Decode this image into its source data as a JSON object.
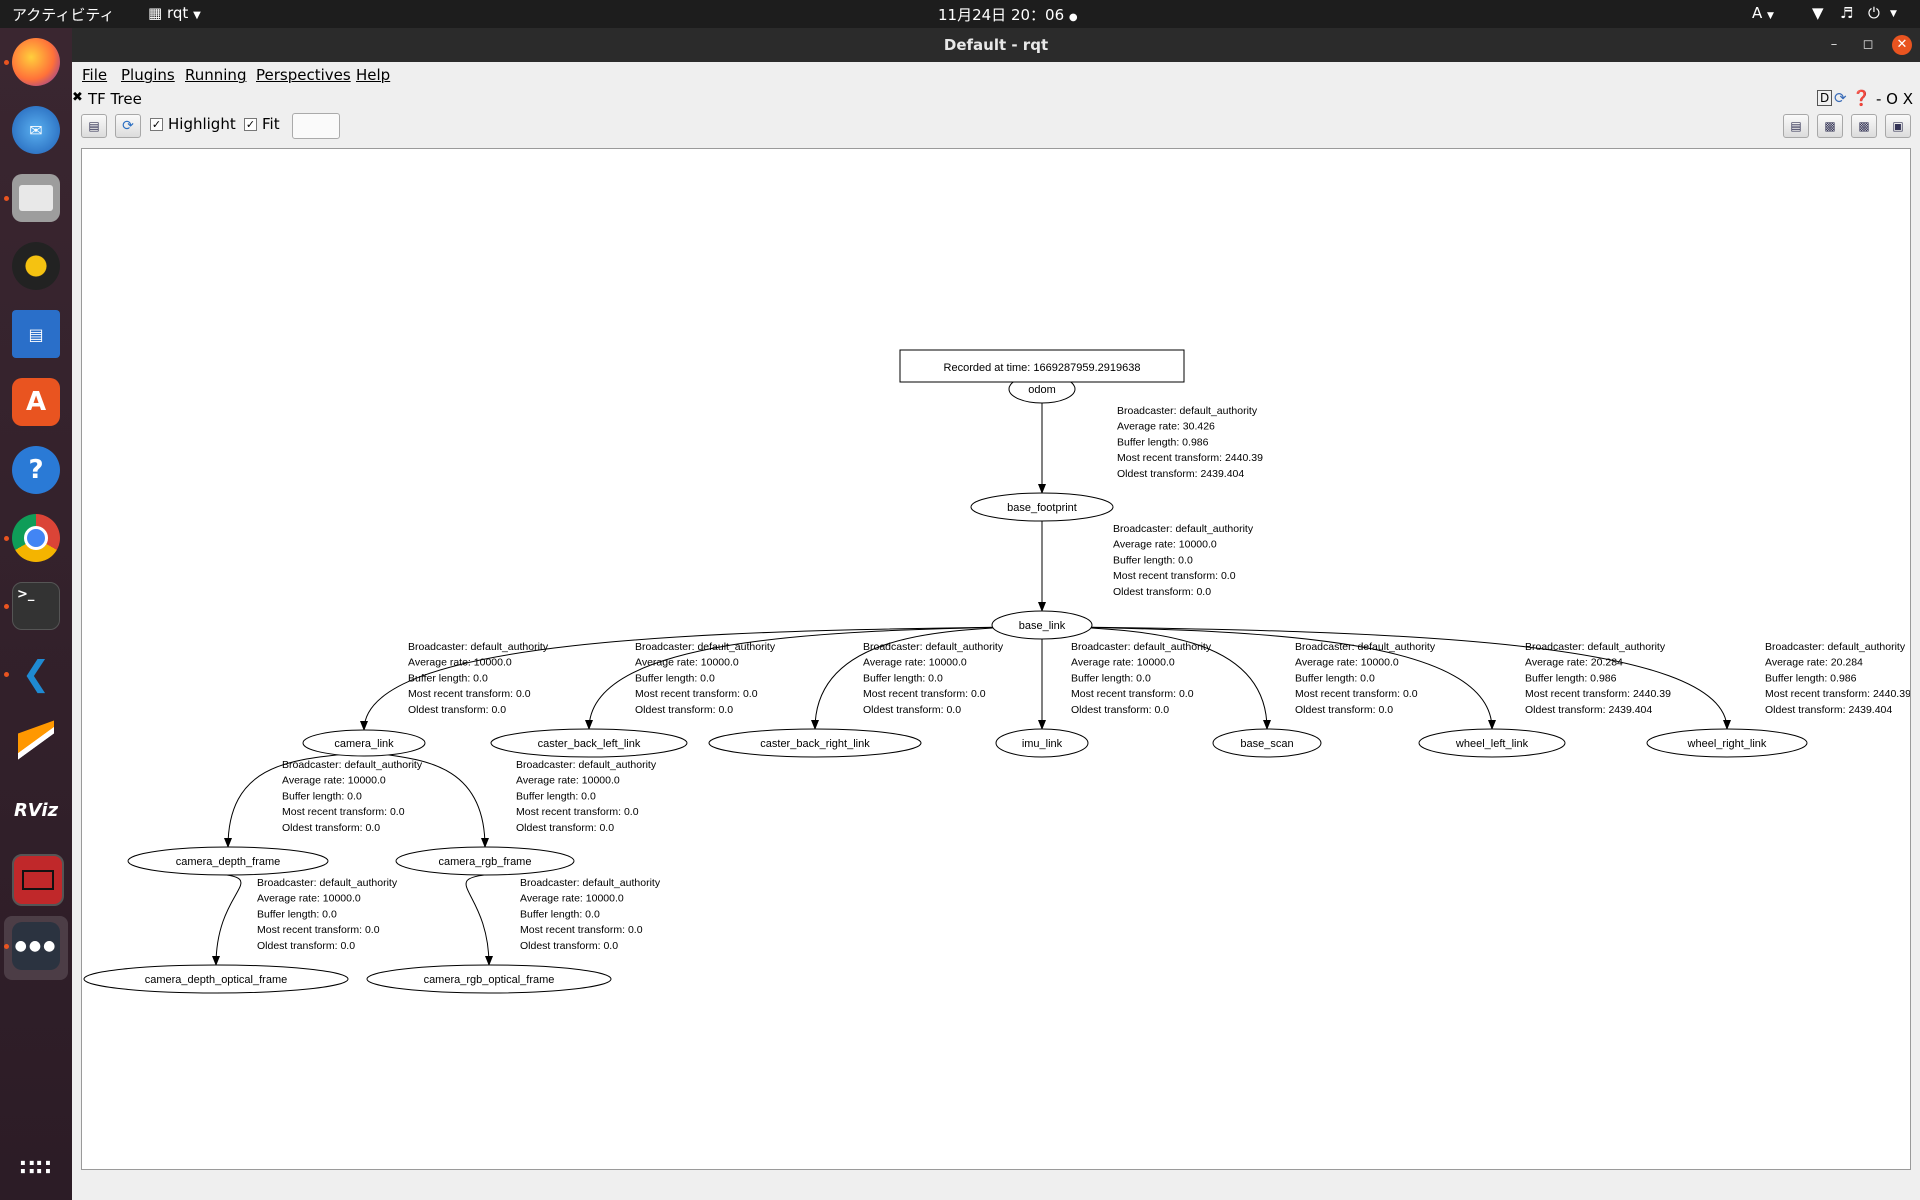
{
  "topbar": {
    "activities": "アクティビティ",
    "app": "rqt",
    "clock": "11月24日  20：06",
    "input_method": "A"
  },
  "window": {
    "title": "Default - rqt"
  },
  "menus": [
    "File",
    "Plugins",
    "Running",
    "Perspectives",
    "Help"
  ],
  "plugin": {
    "title": "TF Tree",
    "controls": "D",
    "tail": "- O X"
  },
  "toolbar": {
    "highlight_label": "Highlight",
    "fit_label": "Fit",
    "highlight_checked": true,
    "fit_checked": true
  },
  "graph": {
    "recorded": "Recorded at time: 1669287959.2919638",
    "nodes": {
      "odom": "odom",
      "base_footprint": "base_footprint",
      "base_link": "base_link",
      "camera_link": "camera_link",
      "caster_back_left_link": "caster_back_left_link",
      "caster_back_right_link": "caster_back_right_link",
      "imu_link": "imu_link",
      "base_scan": "base_scan",
      "wheel_left_link": "wheel_left_link",
      "wheel_right_link": "wheel_right_link",
      "camera_depth_frame": "camera_depth_frame",
      "camera_rgb_frame": "camera_rgb_frame",
      "camera_depth_optical_frame": "camera_depth_optical_frame",
      "camera_rgb_optical_frame": "camera_rgb_optical_frame"
    },
    "edges": [
      {
        "from": "odom",
        "to": "base_footprint",
        "lines": [
          "Broadcaster: default_authority",
          "Average rate: 30.426",
          "Buffer length: 0.986",
          "Most recent transform: 2440.39",
          "Oldest transform: 2439.404"
        ]
      },
      {
        "from": "base_footprint",
        "to": "base_link",
        "lines": [
          "Broadcaster: default_authority",
          "Average rate: 10000.0",
          "Buffer length: 0.0",
          "Most recent transform: 0.0",
          "Oldest transform: 0.0"
        ]
      },
      {
        "from": "base_link",
        "to": "camera_link",
        "lines": [
          "Broadcaster: default_authority",
          "Average rate: 10000.0",
          "Buffer length: 0.0",
          "Most recent transform: 0.0",
          "Oldest transform: 0.0"
        ]
      },
      {
        "from": "base_link",
        "to": "caster_back_left_link",
        "lines": [
          "Broadcaster: default_authority",
          "Average rate: 10000.0",
          "Buffer length: 0.0",
          "Most recent transform: 0.0",
          "Oldest transform: 0.0"
        ]
      },
      {
        "from": "base_link",
        "to": "caster_back_right_link",
        "lines": [
          "Broadcaster: default_authority",
          "Average rate: 10000.0",
          "Buffer length: 0.0",
          "Most recent transform: 0.0",
          "Oldest transform: 0.0"
        ]
      },
      {
        "from": "base_link",
        "to": "imu_link",
        "lines": [
          "Broadcaster: default_authority",
          "Average rate: 10000.0",
          "Buffer length: 0.0",
          "Most recent transform: 0.0",
          "Oldest transform: 0.0"
        ]
      },
      {
        "from": "base_link",
        "to": "base_scan",
        "lines": [
          "Broadcaster: default_authority",
          "Average rate: 10000.0",
          "Buffer length: 0.0",
          "Most recent transform: 0.0",
          "Oldest transform: 0.0"
        ]
      },
      {
        "from": "base_link",
        "to": "wheel_left_link",
        "lines": [
          "Broadcaster: default_authority",
          "Average rate: 20.284",
          "Buffer length: 0.986",
          "Most recent transform: 2440.39",
          "Oldest transform: 2439.404"
        ]
      },
      {
        "from": "base_link",
        "to": "wheel_right_link",
        "lines": [
          "Broadcaster: default_authority",
          "Average rate: 20.284",
          "Buffer length: 0.986",
          "Most recent transform: 2440.39",
          "Oldest transform: 2439.404"
        ]
      },
      {
        "from": "camera_link",
        "to": "camera_depth_frame",
        "lines": [
          "Broadcaster: default_authority",
          "Average rate: 10000.0",
          "Buffer length: 0.0",
          "Most recent transform: 0.0",
          "Oldest transform: 0.0"
        ]
      },
      {
        "from": "camera_link",
        "to": "camera_rgb_frame",
        "lines": [
          "Broadcaster: default_authority",
          "Average rate: 10000.0",
          "Buffer length: 0.0",
          "Most recent transform: 0.0",
          "Oldest transform: 0.0"
        ]
      },
      {
        "from": "camera_depth_frame",
        "to": "camera_depth_optical_frame",
        "lines": [
          "Broadcaster: default_authority",
          "Average rate: 10000.0",
          "Buffer length: 0.0",
          "Most recent transform: 0.0",
          "Oldest transform: 0.0"
        ]
      },
      {
        "from": "camera_rgb_frame",
        "to": "camera_rgb_optical_frame",
        "lines": [
          "Broadcaster: default_authority",
          "Average rate: 10000.0",
          "Buffer length: 0.0",
          "Most recent transform: 0.0",
          "Oldest transform: 0.0"
        ]
      }
    ]
  },
  "dock": [
    "firefox-icon",
    "thunderbird-icon",
    "files-icon",
    "rhythmbox-icon",
    "writer-icon",
    "software-icon",
    "help-icon",
    "chrome-icon",
    "terminal-icon",
    "vscode-icon",
    "sublime-icon",
    "rviz-icon",
    "rqt-icon",
    "rqt-graph-icon",
    "show-apps-icon"
  ],
  "colors": {
    "accent": "#e95420",
    "vscode": "#1f8ad2",
    "chrome": "#4285f4"
  }
}
